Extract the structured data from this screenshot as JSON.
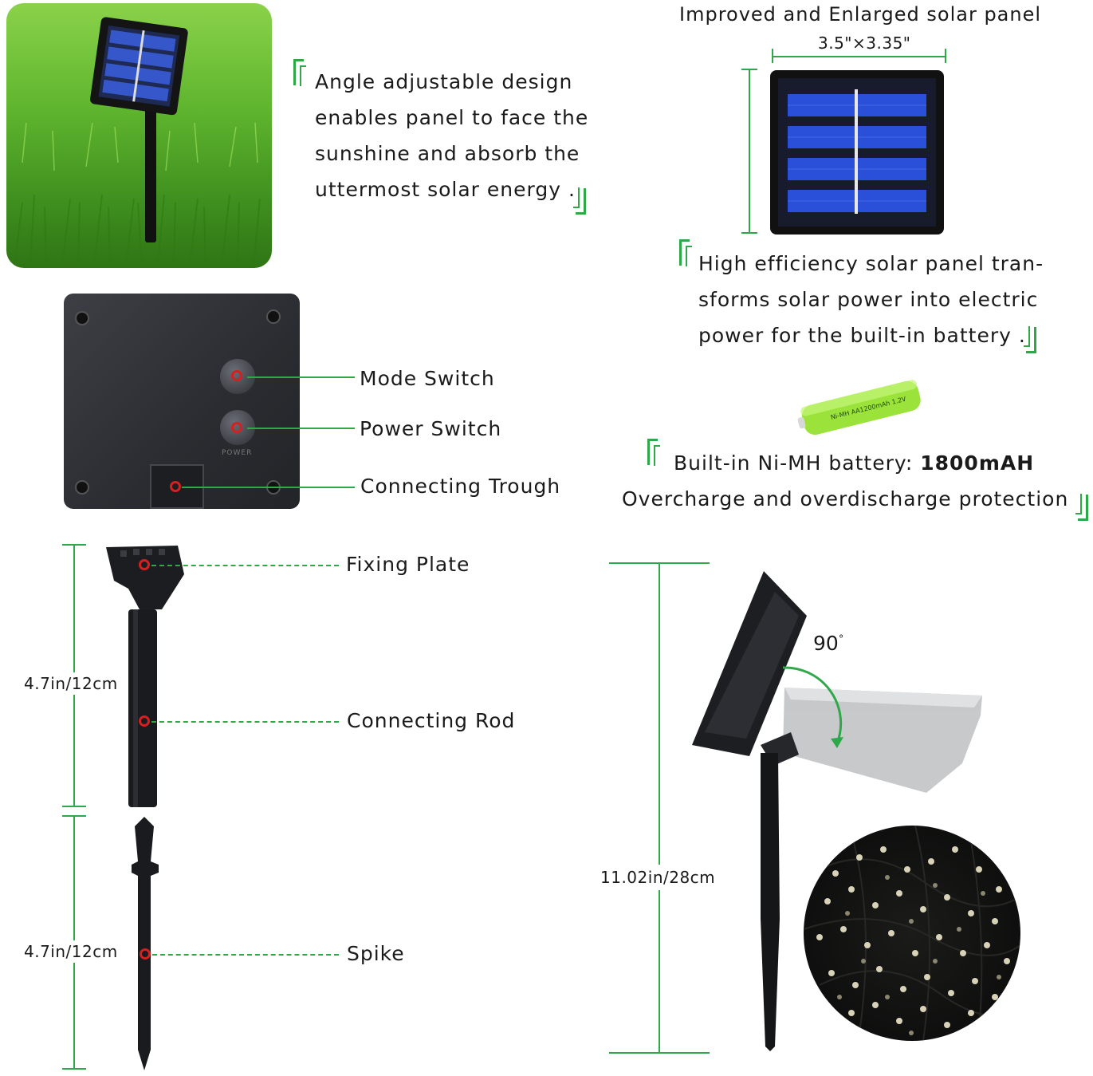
{
  "panel_title": "Improved and Enlarged solar panel",
  "panel_size": "3.5\"×3.35\"",
  "angle_text": [
    "Angle adjustable design",
    "enables panel to face the",
    "sunshine and absorb the",
    "uttermost solar energy ."
  ],
  "efficiency_text": [
    "High efficiency solar panel tran-",
    "sforms solar power into electric",
    "power for the built-in battery ."
  ],
  "battery_label": "Ni-MH AA1200mAh 1.2V",
  "battery_text": {
    "line1_prefix": "Built-in Ni-MH battery: ",
    "line1_value": "1800mAH",
    "line2": "Overcharge and overdischarge protection"
  },
  "box_labels": {
    "mode_switch": "Mode Switch",
    "power_switch": "Power Switch",
    "connecting_trough": "Connecting Trough"
  },
  "power_print": "POWER",
  "stake_labels": {
    "fixing_plate": "Fixing Plate",
    "connecting_rod": "Connecting Rod",
    "spike": "Spike"
  },
  "dimensions": {
    "rod_length": "4.7in/12cm",
    "spike_length": "4.7in/12cm",
    "total_height": "11.02in/28cm"
  },
  "angle_degrees": "90",
  "angle_unit": "°",
  "colors": {
    "accent_green": "#2fa84a",
    "marker_red": "#d42020",
    "panel_blue": "#2a4fd8"
  }
}
